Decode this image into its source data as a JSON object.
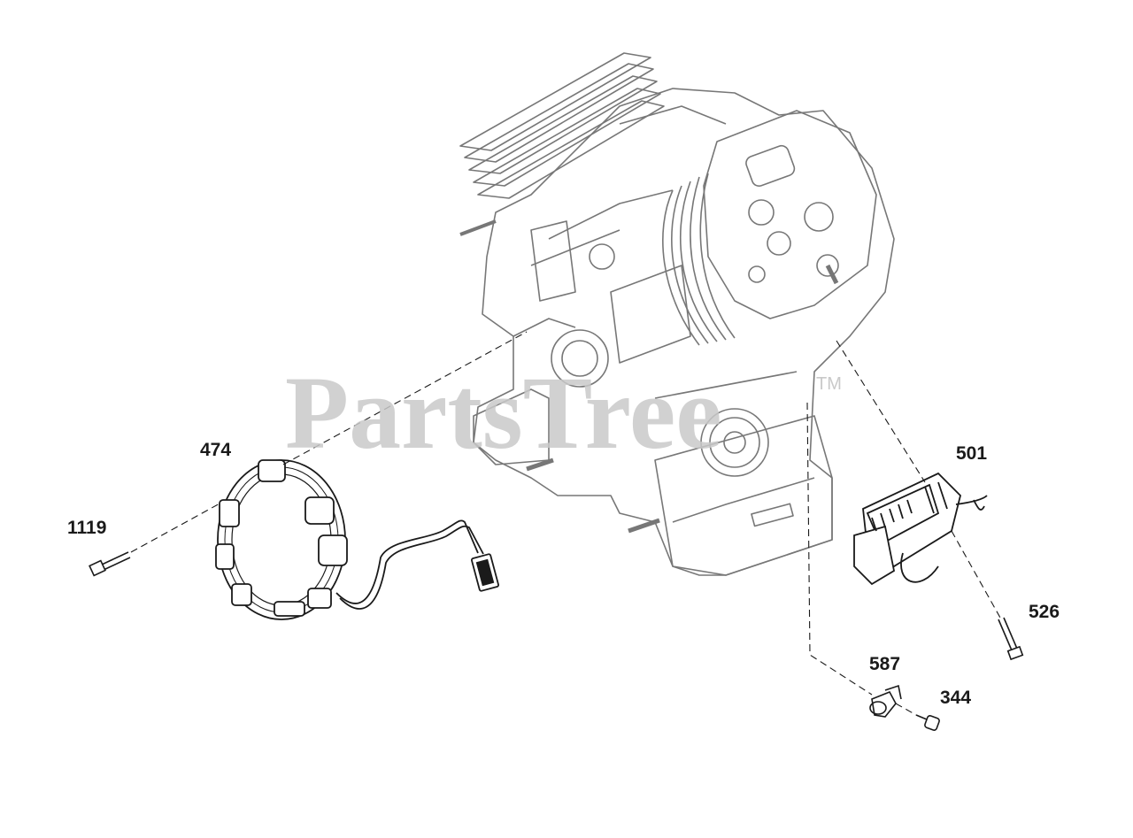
{
  "watermark": {
    "text": "PartsTree",
    "trademark": "TM",
    "color": "#c9c9c9"
  },
  "callouts": {
    "c474": "474",
    "c1119": "1119",
    "c501": "501",
    "c526": "526",
    "c587": "587",
    "c344": "344"
  },
  "colors": {
    "line": "#1a1a1a",
    "outline": "#666666",
    "background": "#ffffff"
  }
}
